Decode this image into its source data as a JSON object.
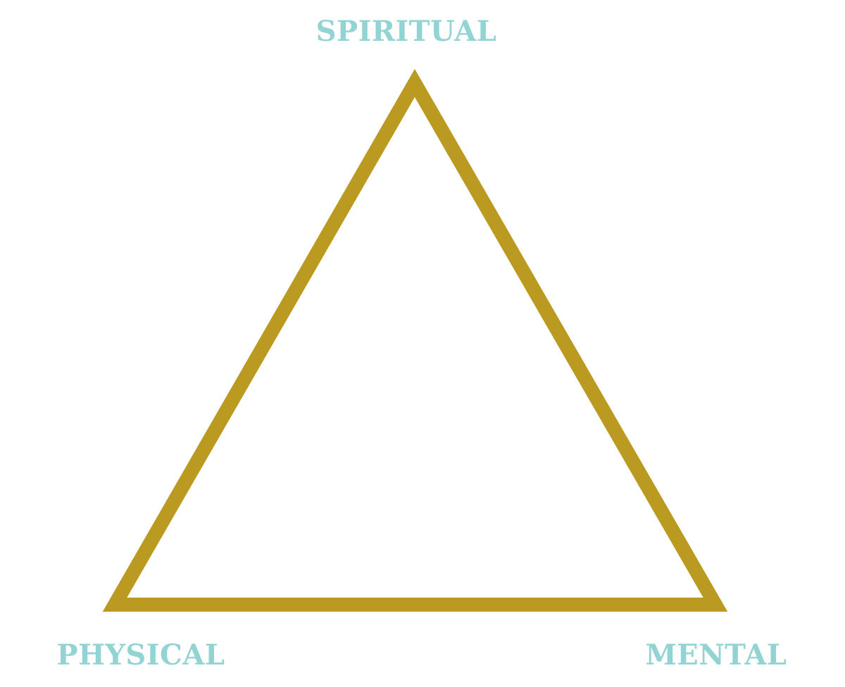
{
  "diagram": {
    "labels": {
      "top": "SPIRITUAL",
      "bottom_left": "PHYSICAL",
      "bottom_right": "MENTAL"
    },
    "colors": {
      "label": "#92d3d3",
      "triangle_stroke": "#bb9a22",
      "background": "#ffffff"
    }
  }
}
